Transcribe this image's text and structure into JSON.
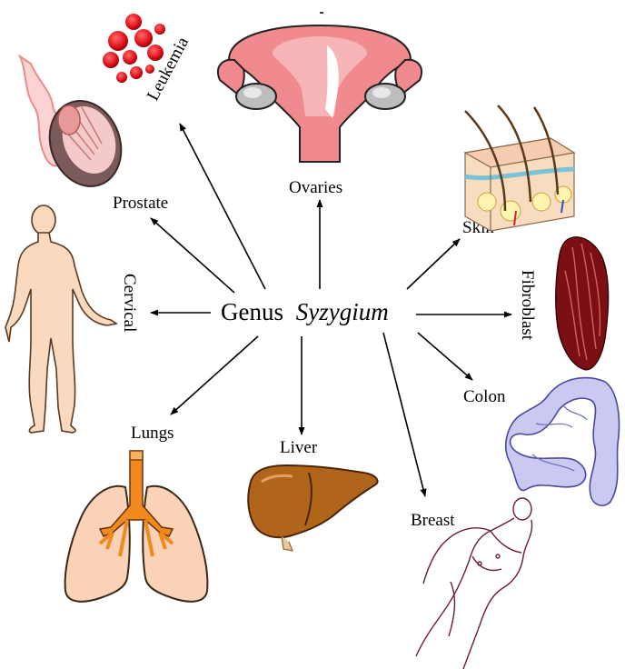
{
  "center": {
    "prefix": "Genus",
    "genus": "Syzygium"
  },
  "targets": [
    {
      "id": "leukemia",
      "label": "Leukemia",
      "icon": "blood-cells-icon"
    },
    {
      "id": "ovaries",
      "label": "Ovaries",
      "icon": "uterus-ovaries-icon"
    },
    {
      "id": "skin",
      "label": "Skin",
      "icon": "skin-layers-icon"
    },
    {
      "id": "fibroblast",
      "label": "Fibroblast",
      "icon": "fibroblast-tissue-icon"
    },
    {
      "id": "colon",
      "label": "Colon",
      "icon": "colon-icon"
    },
    {
      "id": "breast",
      "label": "Breast",
      "icon": "female-body-outline-icon"
    },
    {
      "id": "liver",
      "label": "Liver",
      "icon": "liver-icon"
    },
    {
      "id": "lungs",
      "label": "Lungs",
      "icon": "lungs-icon"
    },
    {
      "id": "cervical",
      "label": "Cervical",
      "icon": "human-body-icon"
    },
    {
      "id": "prostate",
      "label": "Prostate",
      "icon": "prostate-testis-icon"
    }
  ],
  "colors": {
    "arrow": "#000000",
    "blood": "#e0101c",
    "uterus": "#f08a8e",
    "fibroblast": "#7a0f14",
    "colon": "#c9c9f2",
    "liver": "#b0651b",
    "lungs": "#f9d2b8",
    "bronchi": "#f08a1e",
    "body": "#fbd9bf"
  }
}
